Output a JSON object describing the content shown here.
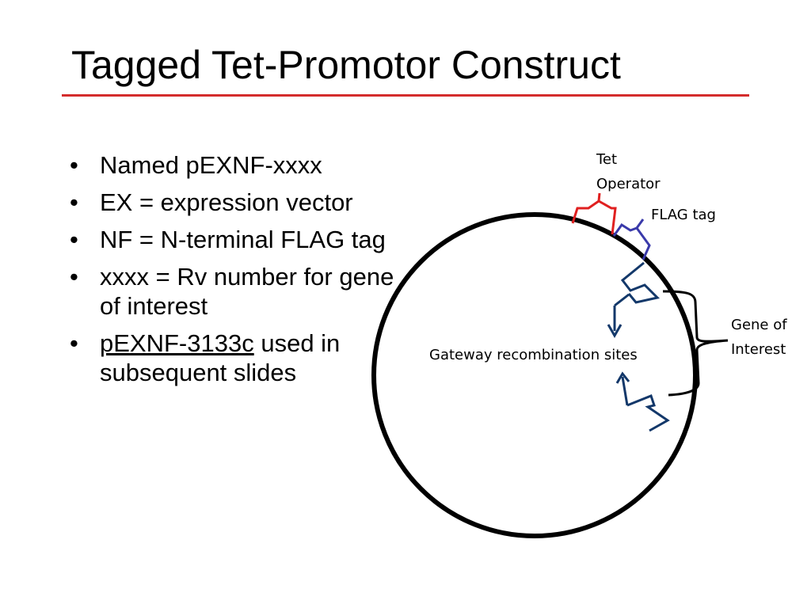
{
  "title": "Tagged Tet-Promotor Construct",
  "bullets": [
    {
      "text": "Named pEXNF-xxxx"
    },
    {
      "text": "EX = expression vector"
    },
    {
      "text": "NF = N-terminal FLAG tag"
    },
    {
      "text": "xxxx = Rv number for gene of interest"
    },
    {
      "underlined": "pEXNF-3133c",
      "text": " used in subsequent slides"
    }
  ],
  "diagram": {
    "tet_operator_line1": "Tet",
    "tet_operator_line2": "Operator",
    "flag_tag": "FLAG tag",
    "gene_line1": "Gene of",
    "gene_line2": "Interest",
    "gateway": "Gateway recombination sites",
    "colors": {
      "tet_operator": "#e02020",
      "flag_tag": "#3a3aaa",
      "gateway": "#13386a",
      "plasmid": "#000000",
      "title_rule": "#d42c2c"
    }
  }
}
